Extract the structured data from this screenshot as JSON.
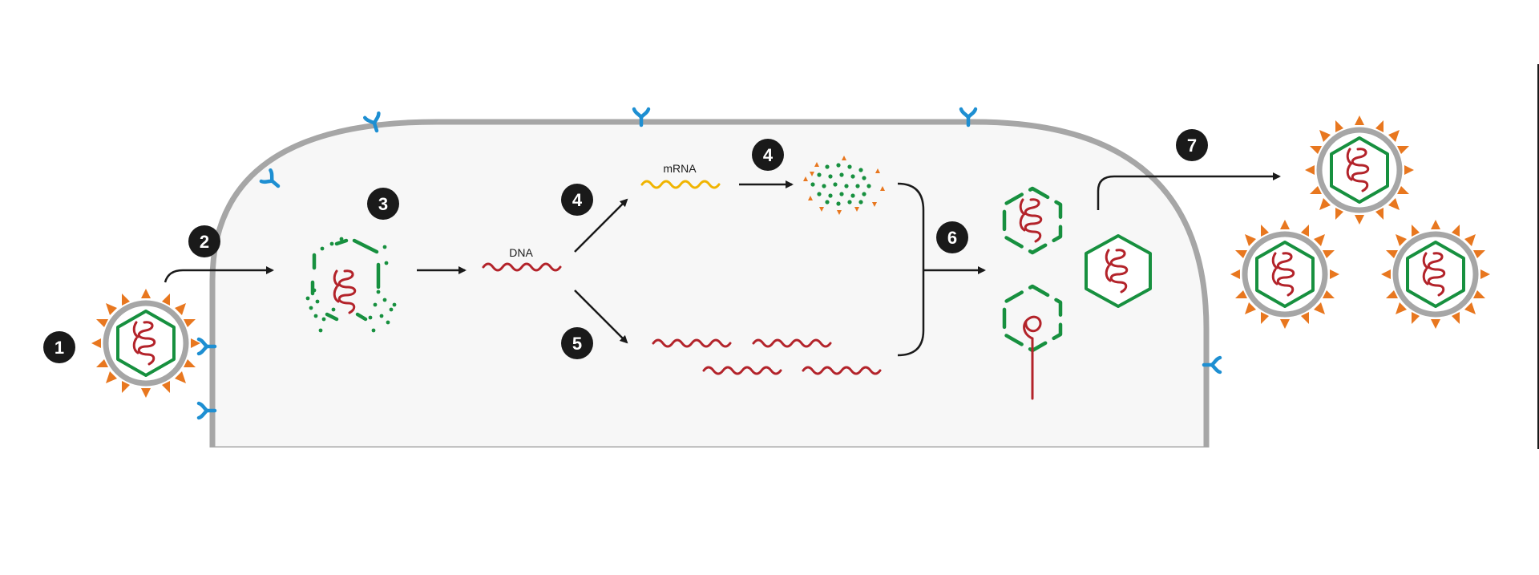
{
  "labels": {
    "dna": "DNA",
    "mrna": "mRNA"
  },
  "steps": {
    "s1": "1",
    "s2": "2",
    "s3": "3",
    "s4a": "4",
    "s4b": "4",
    "s5": "5",
    "s6": "6",
    "s7": "7"
  },
  "colors": {
    "cell_membrane": "#a6a6a6",
    "cell_fill": "#f7f7f7",
    "capsid": "#17903f",
    "genome": "#b3232a",
    "mrna": "#f0b400",
    "spike": "#e8771f",
    "receptor": "#1e8fd2",
    "step_badge": "#1a1a1a"
  },
  "icons": {
    "badge": "step-number-badge",
    "receptor": "receptor-icon",
    "spike": "spike-protein-icon"
  }
}
